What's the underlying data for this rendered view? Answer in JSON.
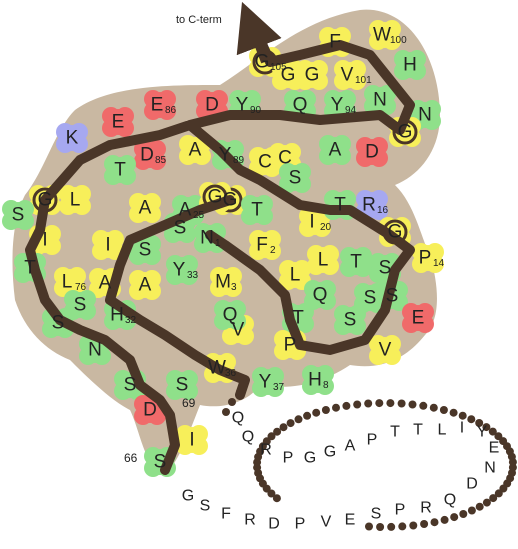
{
  "colors": {
    "surface": "#c9b8a2",
    "backbone": "#4a3628",
    "yellow": "#f7ef5a",
    "green": "#8fe08a",
    "red": "#f06a6a",
    "blue": "#a6a8f0",
    "dot": "#4a3628"
  },
  "c_term_label": "to C-term",
  "residues": [
    {
      "letter": "G",
      "number": "105",
      "color": "yellow",
      "chain": true
    },
    {
      "letter": "G",
      "number": "",
      "color": "yellow"
    },
    {
      "letter": "G",
      "number": "",
      "color": "yellow"
    },
    {
      "letter": "F",
      "number": "",
      "color": "yellow"
    },
    {
      "letter": "W",
      "number": "100",
      "color": "yellow"
    },
    {
      "letter": "V",
      "number": "101",
      "color": "yellow"
    },
    {
      "letter": "H",
      "number": "",
      "color": "green"
    },
    {
      "letter": "N",
      "number": "",
      "color": "green"
    },
    {
      "letter": "N",
      "number": "",
      "color": "green"
    },
    {
      "letter": "G",
      "number": "",
      "color": "yellow",
      "chain": true
    },
    {
      "letter": "Y",
      "number": "94",
      "color": "green"
    },
    {
      "letter": "Q",
      "number": "",
      "color": "green"
    },
    {
      "letter": "Y",
      "number": "90",
      "color": "green"
    },
    {
      "letter": "D",
      "number": "",
      "color": "red"
    },
    {
      "letter": "E",
      "number": "86",
      "color": "red"
    },
    {
      "letter": "E",
      "number": "",
      "color": "red"
    },
    {
      "letter": "K",
      "number": "",
      "color": "blue"
    },
    {
      "letter": "D",
      "number": "85",
      "color": "red"
    },
    {
      "letter": "A",
      "number": "",
      "color": "yellow"
    },
    {
      "letter": "Y",
      "number": "89",
      "color": "green"
    },
    {
      "letter": "C",
      "number": "",
      "color": "yellow"
    },
    {
      "letter": "C",
      "number": "",
      "color": "yellow"
    },
    {
      "letter": "A",
      "number": "",
      "color": "green"
    },
    {
      "letter": "D",
      "number": "",
      "color": "red"
    },
    {
      "letter": "T",
      "number": "",
      "color": "green"
    },
    {
      "letter": "G",
      "number": "",
      "color": "yellow",
      "chain": true
    },
    {
      "letter": "S",
      "number": "",
      "color": "green"
    },
    {
      "letter": "G",
      "number": "",
      "color": "yellow",
      "chain": true
    },
    {
      "letter": "A",
      "number": "",
      "color": "yellow"
    },
    {
      "letter": "A",
      "number": "25",
      "color": "green"
    },
    {
      "letter": "G",
      "number": "",
      "color": "yellow",
      "chain": true
    },
    {
      "letter": "T",
      "number": "",
      "color": "green"
    },
    {
      "letter": "S",
      "number": "",
      "color": "green"
    },
    {
      "letter": "I",
      "number": "20",
      "color": "yellow"
    },
    {
      "letter": "T",
      "number": "",
      "color": "green"
    },
    {
      "letter": "R",
      "number": "16",
      "color": "blue"
    },
    {
      "letter": "G",
      "number": "",
      "color": "yellow",
      "chain": true
    },
    {
      "letter": "P",
      "number": "14",
      "color": "yellow"
    },
    {
      "letter": "S",
      "number": "",
      "color": "green"
    },
    {
      "letter": "L",
      "number": "",
      "color": "yellow"
    },
    {
      "letter": "I",
      "number": "",
      "color": "yellow"
    },
    {
      "letter": "I",
      "number": "",
      "color": "yellow"
    },
    {
      "letter": "S",
      "number": "",
      "color": "green"
    },
    {
      "letter": "N",
      "number": "1",
      "color": "green"
    },
    {
      "letter": "F",
      "number": "2",
      "color": "yellow"
    },
    {
      "letter": "L",
      "number": "",
      "color": "yellow"
    },
    {
      "letter": "T",
      "number": "",
      "color": "green"
    },
    {
      "letter": "S",
      "number": "",
      "color": "green"
    },
    {
      "letter": "T",
      "number": "",
      "color": "green"
    },
    {
      "letter": "L",
      "number": "76",
      "color": "yellow"
    },
    {
      "letter": "S",
      "number": "",
      "color": "green"
    },
    {
      "letter": "Y",
      "number": "33",
      "color": "green"
    },
    {
      "letter": "M",
      "number": "3",
      "color": "yellow"
    },
    {
      "letter": "L",
      "number": "",
      "color": "yellow"
    },
    {
      "letter": "Q",
      "number": "",
      "color": "green"
    },
    {
      "letter": "S",
      "number": "",
      "color": "green"
    },
    {
      "letter": "E",
      "number": "",
      "color": "red"
    },
    {
      "letter": "A",
      "number": "",
      "color": "yellow"
    },
    {
      "letter": "S",
      "number": "",
      "color": "green"
    },
    {
      "letter": "H",
      "number": "32",
      "color": "green"
    },
    {
      "letter": "S",
      "number": "",
      "color": "green"
    },
    {
      "letter": "A",
      "number": "",
      "color": "yellow"
    },
    {
      "letter": "V",
      "number": "",
      "color": "yellow"
    },
    {
      "letter": "Q",
      "number": "",
      "color": "green"
    },
    {
      "letter": "T",
      "number": "",
      "color": "green"
    },
    {
      "letter": "S",
      "number": "",
      "color": "green"
    },
    {
      "letter": "V",
      "number": "",
      "color": "yellow"
    },
    {
      "letter": "P",
      "number": "",
      "color": "yellow"
    },
    {
      "letter": "N",
      "number": "",
      "color": "green"
    },
    {
      "letter": "W",
      "number": "36",
      "color": "yellow"
    },
    {
      "letter": "Y",
      "number": "37",
      "color": "green"
    },
    {
      "letter": "H",
      "number": "8",
      "color": "green"
    },
    {
      "letter": "S",
      "number": "",
      "color": "green"
    },
    {
      "letter": "S",
      "number": "",
      "color": "green"
    },
    {
      "letter": "D",
      "number": "",
      "color": "red"
    },
    {
      "letter": "I",
      "number": "",
      "color": "yellow"
    },
    {
      "letter": "S",
      "number": "",
      "color": "green"
    }
  ],
  "position_labels": [
    "69",
    "66"
  ],
  "loop_letters": [
    "Q",
    "Q",
    "R",
    "P",
    "G",
    "G",
    "A",
    "P",
    "T",
    "T",
    "L",
    "I",
    "Y",
    "E",
    "N",
    "D",
    "Q",
    "R",
    "P",
    "S",
    "E",
    "V",
    "P",
    "D",
    "R",
    "F",
    "S",
    "G"
  ]
}
